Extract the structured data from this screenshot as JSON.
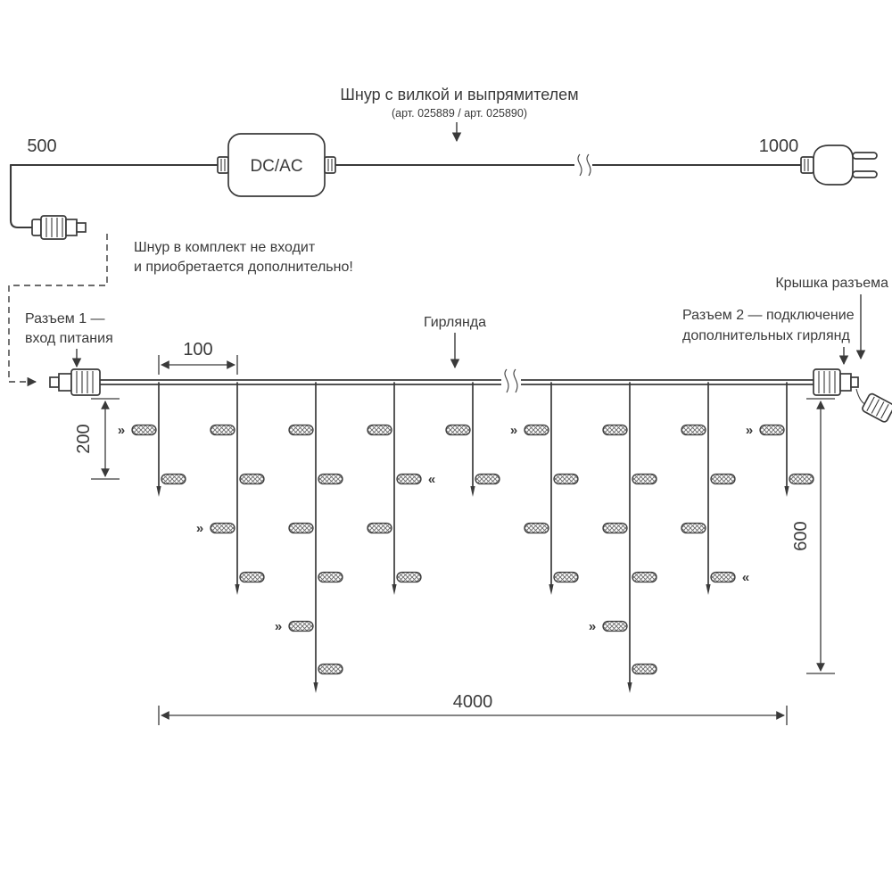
{
  "colors": {
    "ink": "#3a3a3a",
    "background": "#ffffff"
  },
  "power_cord": {
    "title": "Шнур с вилкой и выпрямителем",
    "subtitle": "(арт. 025889 / арт. 025890)",
    "left_length": "500",
    "right_length": "1000",
    "adapter_label": "DC/AC",
    "note_line1": "Шнур в комплект не входит",
    "note_line2": "и приобретается дополнительно!"
  },
  "garland": {
    "connector1_line1": "Разъем 1 —",
    "connector1_line2": "вход питания",
    "label": "Гирлянда",
    "cap_label": "Крышка разъема",
    "connector2_line1": "Разъем 2 — подключение",
    "connector2_line2": "дополнительных гирлянд"
  },
  "dimensions": {
    "drop_spacing": "100",
    "short_drop": "200",
    "long_drop": "600",
    "total_length": "4000"
  },
  "markers": {
    "flash_right": "»",
    "flash_left": "«"
  }
}
